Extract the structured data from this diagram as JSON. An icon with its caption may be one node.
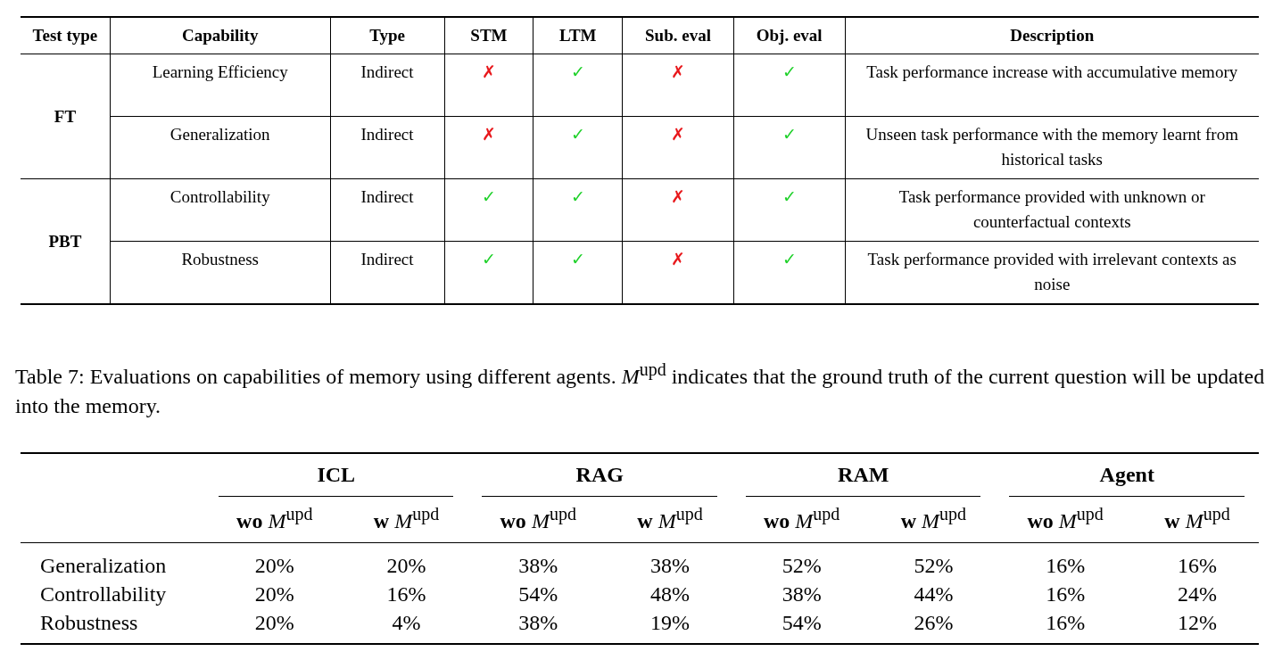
{
  "diagram": {
    "caption": "Table 7: Evaluations on capabilities of memory using different agents. *M*$^{upd}$ indicates that the ground truth of the current question will be updated into the memory.",
    "labels": [
      "Test type",
      "Capability",
      "Type",
      "STM",
      "LTM",
      "Sub. eval",
      "Obj. eval",
      "Description",
      "FT",
      "Learning Efficiency",
      "Indirect",
      "✗",
      "✓",
      "✗",
      "✓",
      "Task performance increase with accumulative memory",
      "Generalization",
      "Indirect",
      "✗",
      "✓",
      "✗",
      "✓",
      "Unseen task performance with the memory learnt from historical tasks",
      "PBT",
      "Controllability",
      "Indirect",
      "✓",
      "✓",
      "✗",
      "✓",
      "Task performance provided with unknown or counterfactual contexts",
      "Robustness",
      "Indirect",
      "✓",
      "✓",
      "✗",
      "✓",
      "Task performance provided with irrelevant contexts as noise",
      "ICL",
      "RAG",
      "RAM",
      "Agent",
      "**wo** *M*$^{upd}$",
      "**w** *M*$^{upd}$",
      "**wo** *M*$^{upd}$",
      "**w** *M*$^{upd}$",
      "**wo** *M*$^{upd}$",
      "**w** *M*$^{upd}$",
      "**wo** *M*$^{upd}$",
      "**w** *M*$^{upd}$",
      "Generalization",
      "20%",
      "20%",
      "38%",
      "38%",
      "52%",
      "52%",
      "16%",
      "16%",
      "Controllability",
      "20%",
      "16%",
      "54%",
      "48%",
      "38%",
      "44%",
      "16%",
      "24%",
      "Robustness",
      "20%",
      "4%",
      "38%",
      "19%",
      "54%",
      "26%",
      "16%",
      "12%"
    ]
  }
}
